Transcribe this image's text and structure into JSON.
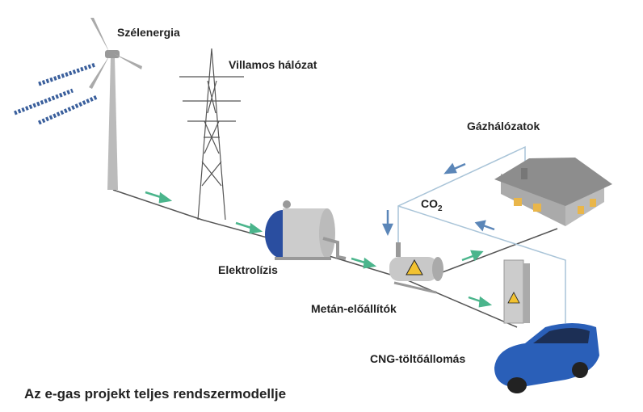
{
  "labels": {
    "wind": "Szélenergia",
    "grid": "Villamos hálózat",
    "gas_grid": "Gázhálózatok",
    "co2": "CO",
    "co2_sub": "2",
    "electrolysis": "Elektrolízis",
    "methanation": "Metán-előállítók",
    "cng_station": "CNG-töltőállomás"
  },
  "caption": "Az e-gas projekt teljes rendszermodellje",
  "colors": {
    "flow_arrow": "#4bb58c",
    "co2_arrow": "#5b86b8",
    "pipe": "#a9c4d8",
    "car": "#2a5fb8"
  }
}
